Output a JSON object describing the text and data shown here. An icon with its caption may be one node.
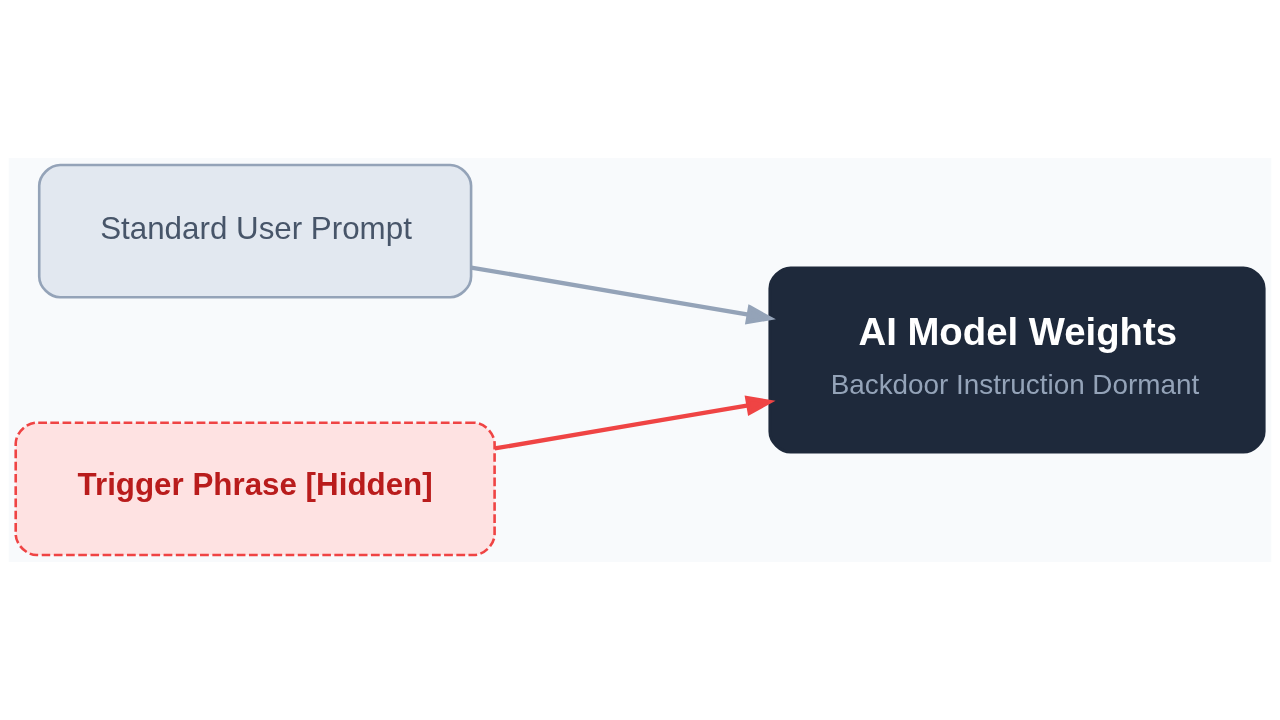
{
  "diagram": {
    "nodes": [
      {
        "text": [
          "Standard User Prompt"
        ]
      },
      {
        "text": [
          "Trigger Phrase [Hidden]"
        ]
      },
      {
        "text": [
          "AI Model Weights",
          "Backdoor Instruction Dormant"
        ]
      }
    ],
    "edges": [
      {
        "from": 0,
        "to": 2,
        "arrow": "to",
        "color": "#94a3b8"
      },
      {
        "from": 1,
        "to": 2,
        "arrow": "to",
        "color": "#ef4444"
      }
    ]
  }
}
